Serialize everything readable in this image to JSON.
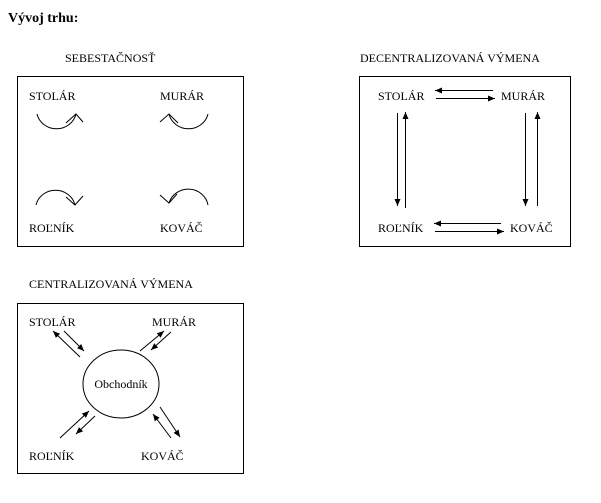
{
  "title": "Vývoj trhu:",
  "panels": {
    "self_sufficiency": {
      "heading": "SEBESTAČNOSŤ",
      "nodes": [
        "STOLÁR",
        "MURÁR",
        "ROĽNÍK",
        "KOVÁČ"
      ]
    },
    "decentralized": {
      "heading": "DECENTRALIZOVANÁ VÝMENA",
      "nodes": [
        "STOLÁR",
        "MURÁR",
        "ROĽNÍK",
        "KOVÁČ"
      ]
    },
    "centralized": {
      "heading": "CENTRALIZOVANÁ VÝMENA",
      "center": "Obchodník",
      "nodes": [
        "STOLÁR",
        "MURÁR",
        "ROĽNÍK",
        "KOVÁČ"
      ]
    }
  }
}
